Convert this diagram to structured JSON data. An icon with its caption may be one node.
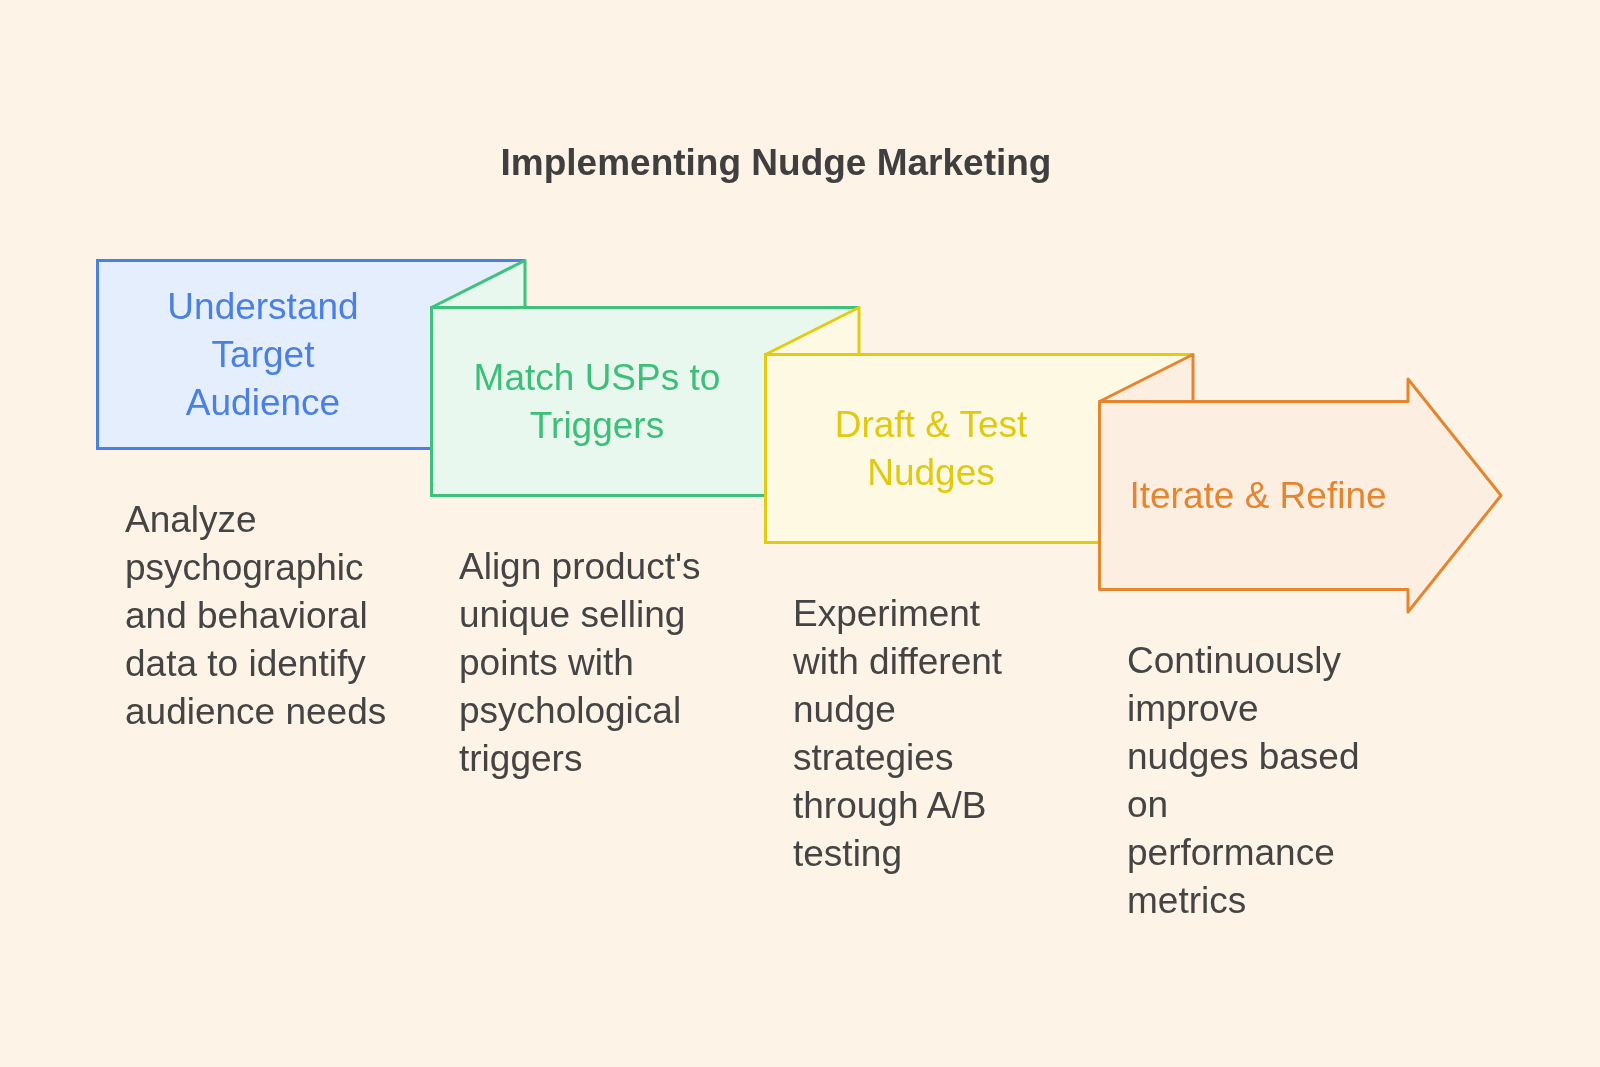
{
  "diagram": {
    "title": "Implementing Nudge Marketing",
    "nodes": [
      {
        "text": [
          "Understand Target Audience"
        ],
        "beside": [
          "Analyze psychographic and behavioral data to identify audience needs"
        ]
      },
      {
        "text": [
          "Match USPs to Triggers"
        ],
        "beside": [
          "Align product's unique selling points with psychological triggers"
        ]
      },
      {
        "text": [
          "Draft & Test Nudges"
        ],
        "beside": [
          "Experiment with different nudge strategies through A/B testing"
        ]
      },
      {
        "text": [
          "Iterate & Refine"
        ],
        "beside": [
          "Continuously improve nudges based on performance metrics"
        ]
      }
    ]
  }
}
